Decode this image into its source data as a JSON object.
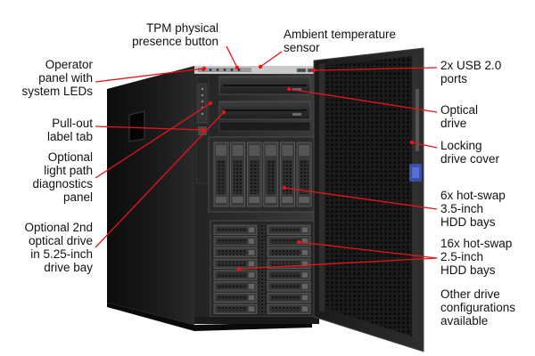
{
  "colors": {
    "leader": "#e8141b",
    "chassis": "#161616",
    "bezel": "#2a2a2a",
    "text": "#111111"
  },
  "callouts": {
    "tpm_button": "TPM physical\npresence button",
    "ambient_sensor": "Ambient temperature\nsensor",
    "operator_panel": "Operator\npanel with\nsystem LEDs",
    "pull_out_tab": "Pull-out\nlabel tab",
    "light_path": "Optional\nlight path\ndiagnostics\npanel",
    "optical_2nd": "Optional 2nd\noptical drive\nin 5.25-inch\ndrive bay",
    "usb_ports": "2x USB 2.0\nports",
    "optical_drive": "Optical\ndrive",
    "locking_cover": "Locking\ndrive cover",
    "hdd_35": "6x hot-swap\n3.5-inch\nHDD bays",
    "hdd_25": "16x hot-swap\n2.5-inch\nHDD bays",
    "other_configs": "Other drive\nconfigurations\navailable"
  },
  "device": {
    "hdd_35_count": 6,
    "hdd_25_count": 16
  }
}
